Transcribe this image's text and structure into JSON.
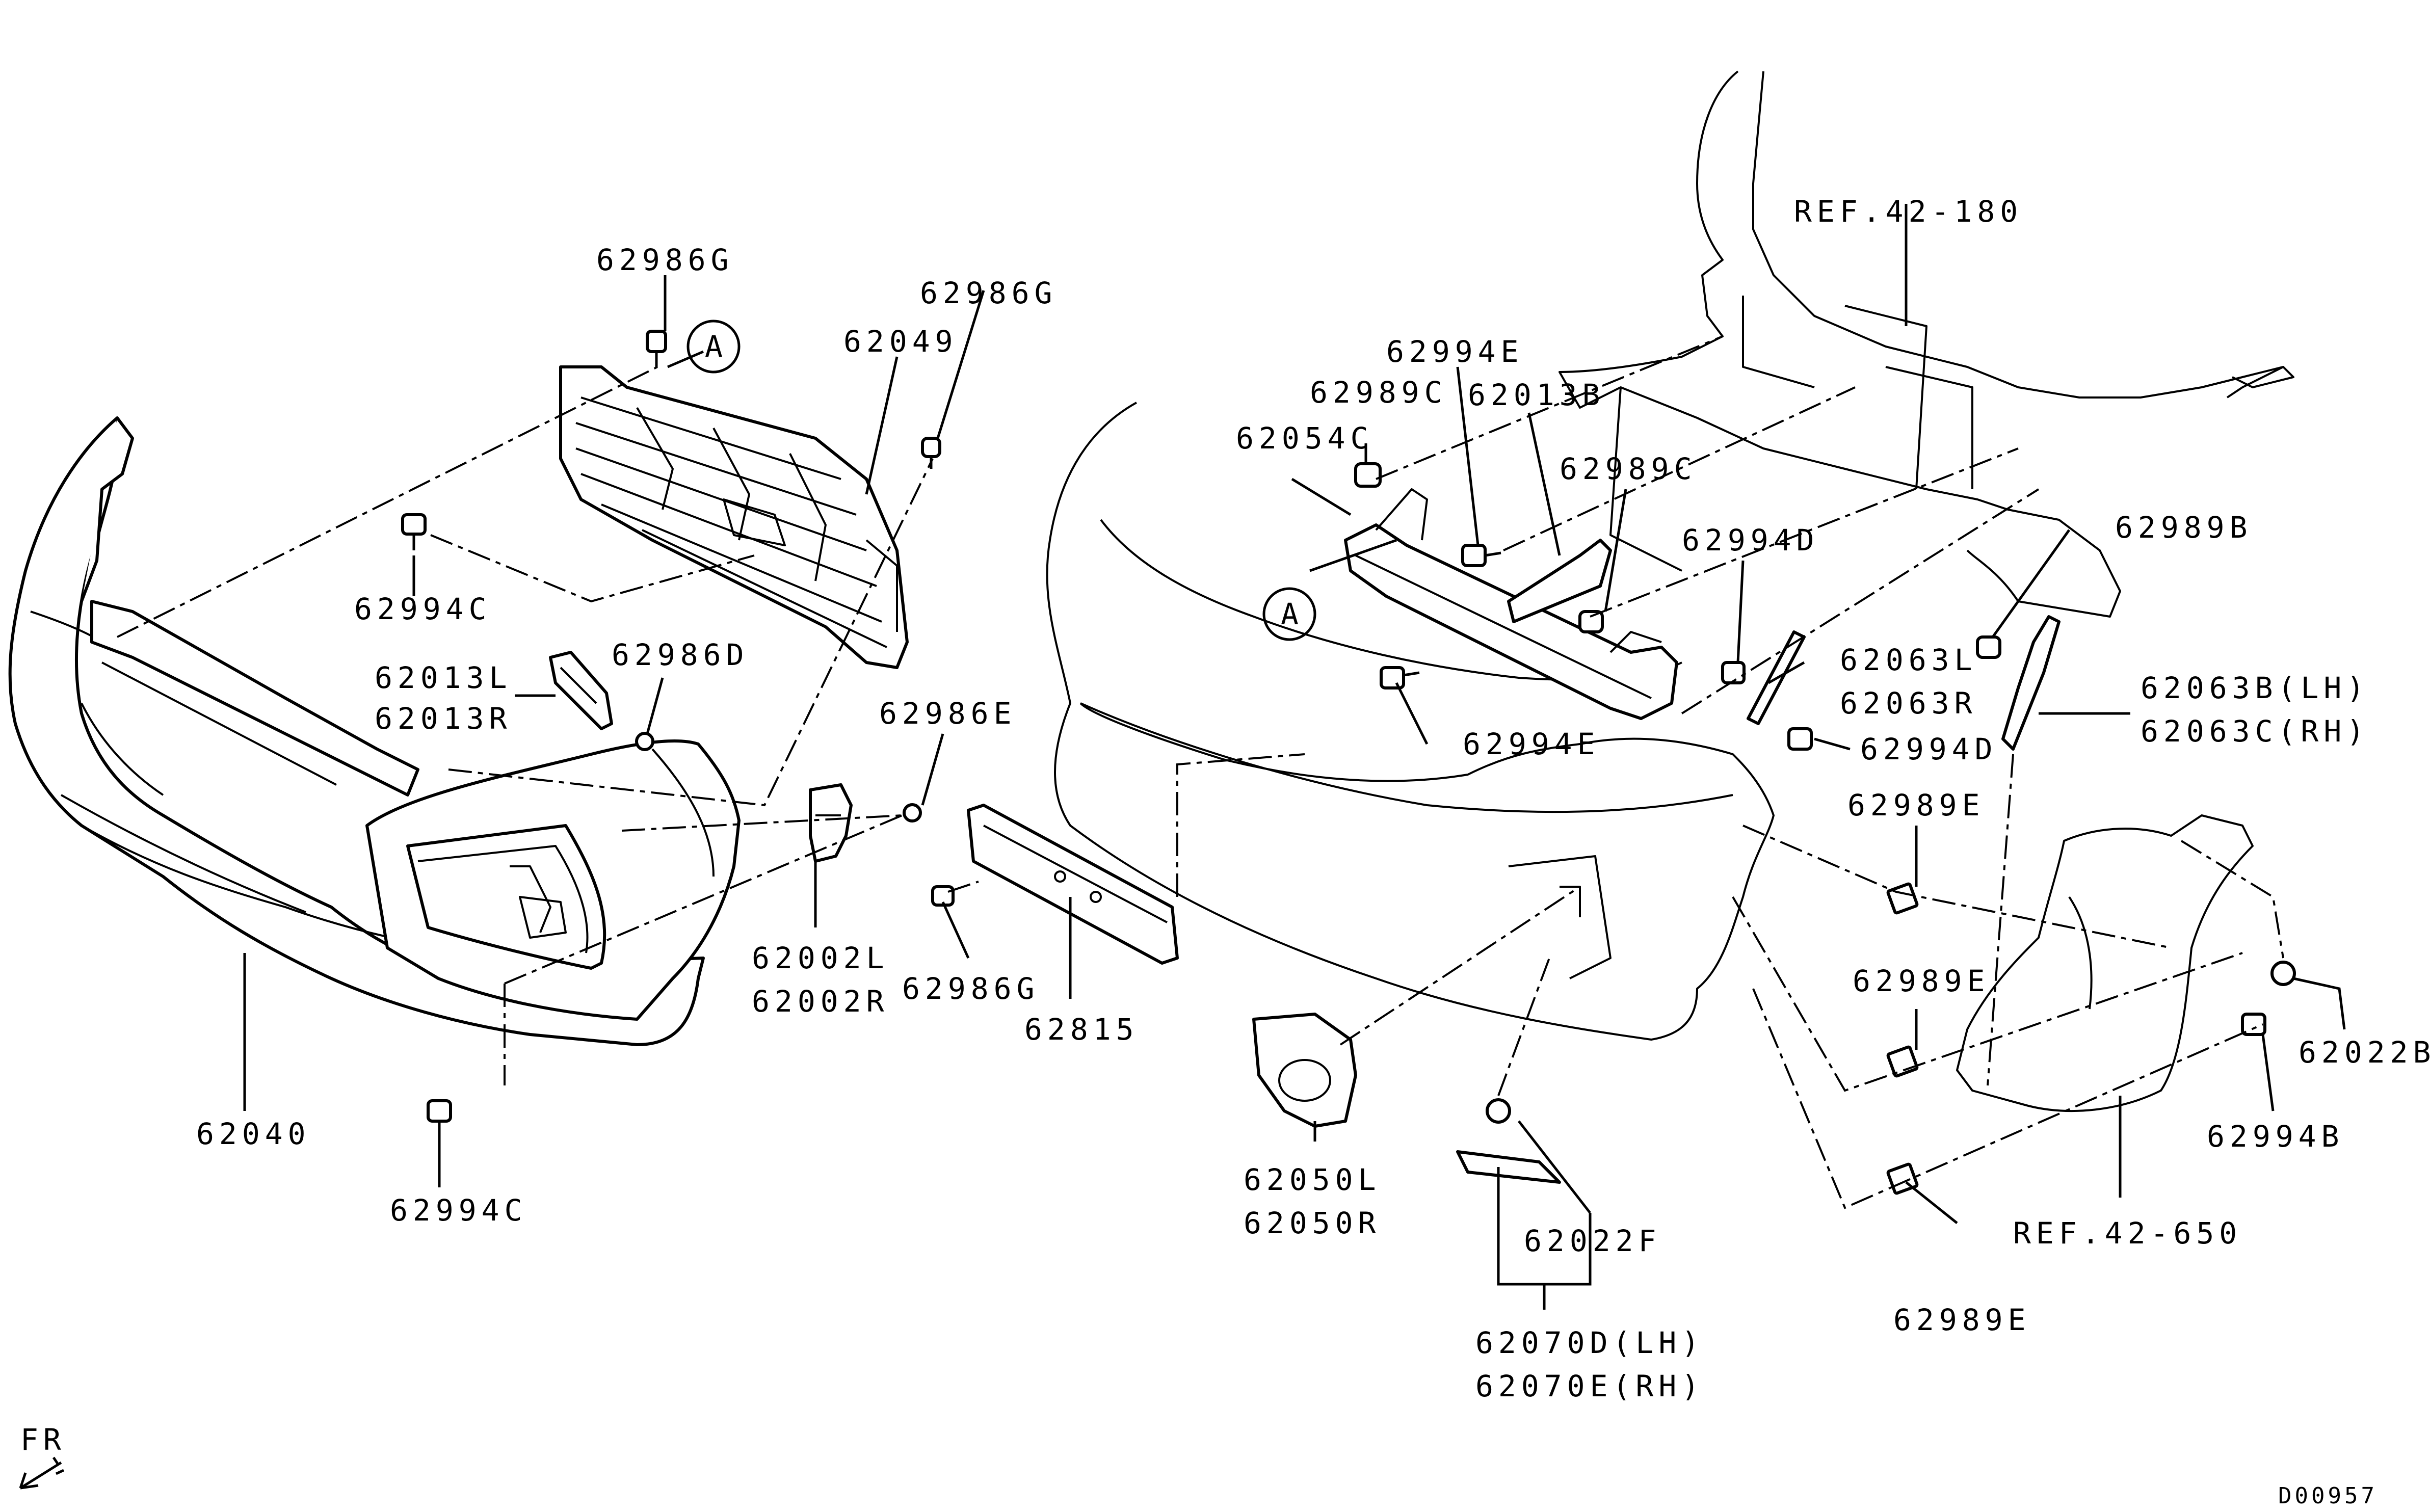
{
  "labels": {
    "p62986G_top": "62986G",
    "p62986G_right": "62986G",
    "p62049": "62049",
    "p62994C_upper": "62994C",
    "p62013L": "62013L",
    "p62013R": "62013R",
    "p62986D": "62986D",
    "p62986E": "62986E",
    "p62002L": "62002L",
    "p62002R": "62002R",
    "p62986G_lower": "62986G",
    "p62815": "62815",
    "p62040": "62040",
    "p62994C_lower": "62994C",
    "ref42_180": "REF.42-180",
    "p62994E_top": "62994E",
    "p62989C_left": "62989C",
    "p62013B": "62013B",
    "p62054C": "62054C",
    "p62989C_right": "62989C",
    "p62994D_upper": "62994D",
    "p62989B": "62989B",
    "p62063L": "62063L",
    "p62063R": "62063R",
    "p62063B": "62063B(LH)",
    "p62063C": "62063C(RH)",
    "p62994E_bottom": "62994E",
    "p62994D_lower": "62994D",
    "p62989E_a": "62989E",
    "p62989E_b": "62989E",
    "p62989E_c": "62989E",
    "p62022B": "62022B",
    "p62994B": "62994B",
    "ref42_650": "REF.42-650",
    "p62050L": "62050L",
    "p62050R": "62050R",
    "p62022F": "62022F",
    "p62070D": "62070D(LH)",
    "p62070E": "62070E(RH)",
    "callout_a_left": "A",
    "callout_a_right": "A",
    "fr": "FR",
    "diagram_id": "D00957"
  }
}
